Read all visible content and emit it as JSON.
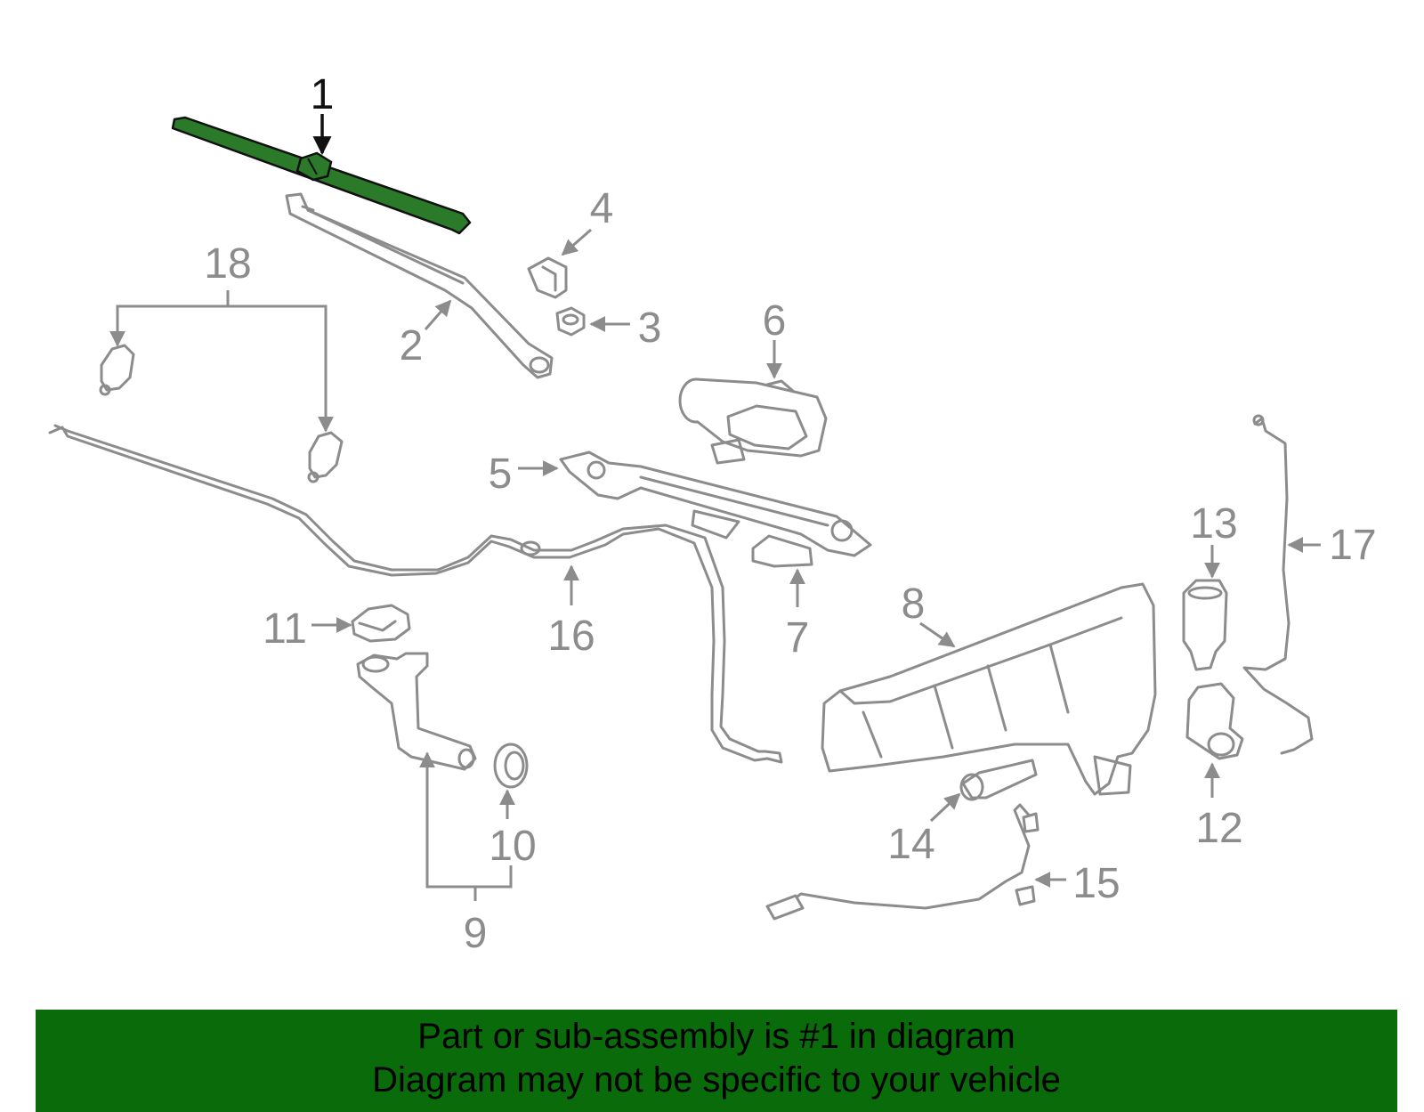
{
  "colors": {
    "highlight": "#2a7a2a",
    "part_stroke": "#8c8c8c",
    "banner_bg": "#0a6b0a"
  },
  "callouts": {
    "c1": "1",
    "c2": "2",
    "c3": "3",
    "c4": "4",
    "c5": "5",
    "c6": "6",
    "c7": "7",
    "c8": "8",
    "c9": "9",
    "c10": "10",
    "c11": "11",
    "c12": "12",
    "c13": "13",
    "c14": "14",
    "c15": "15",
    "c16": "16",
    "c17": "17",
    "c18": "18"
  },
  "highlighted_part": "1",
  "banner": {
    "line1": "Part or sub-assembly is #1 in diagram",
    "line2": "Diagram may not be specific to your vehicle"
  }
}
